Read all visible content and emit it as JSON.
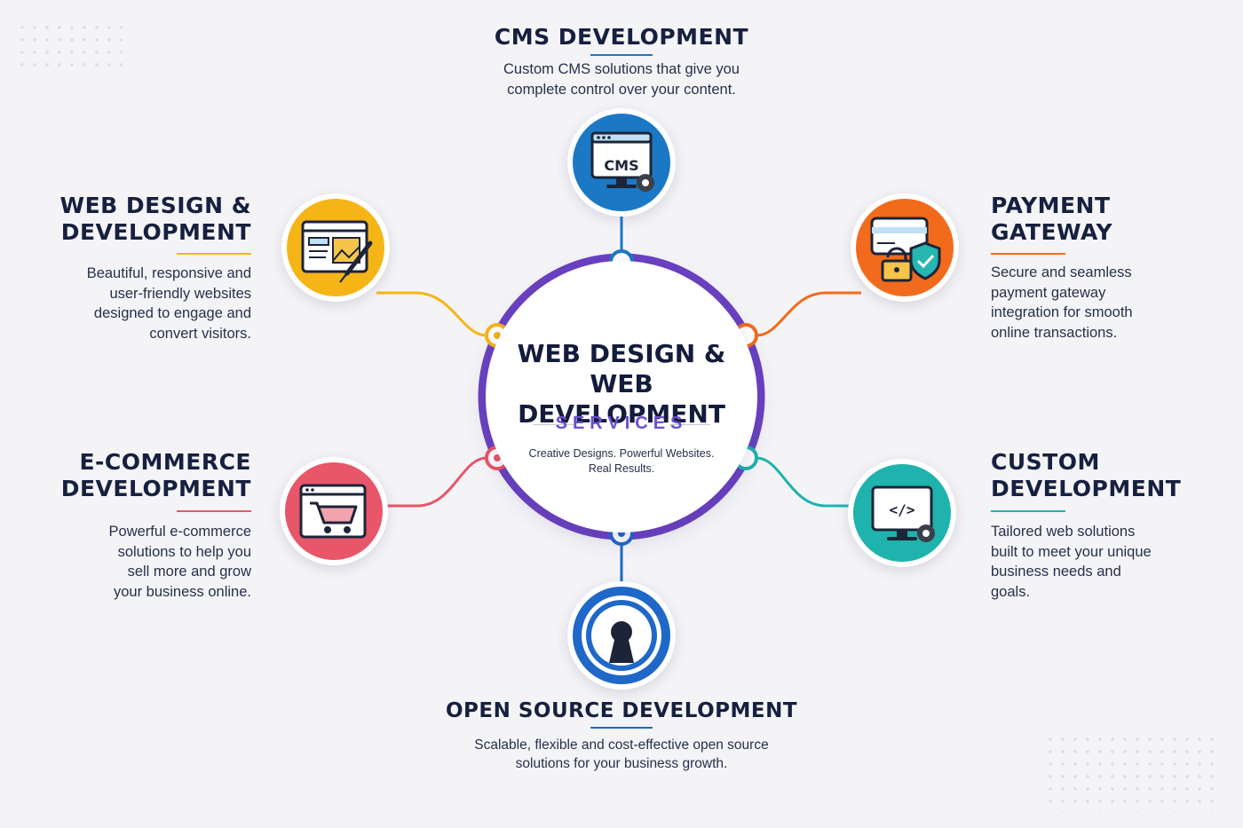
{
  "hub": {
    "title": "WEB DESIGN &\nWEB DEVELOPMENT",
    "subtitle": "SERVICES",
    "tagline": "Creative Designs. Powerful Websites.\nReal Results."
  },
  "colors": {
    "hub_ring": "#6a42c2",
    "cms": "#1b78c4",
    "web_design": "#f5b517",
    "payment": "#f26b1d",
    "ecommerce": "#e8566a",
    "custom": "#1fb3ad",
    "open_source": "#1f68c8"
  },
  "services": {
    "cms": {
      "title": "CMS DEVELOPMENT",
      "description": "Custom CMS solutions that give you\ncomplete control over your content.",
      "icon_label": "CMS",
      "icon": "cms-monitor-icon"
    },
    "web_design": {
      "title": "WEB DESIGN &\nDEVELOPMENT",
      "description": "Beautiful, responsive and\nuser-friendly websites\ndesigned to engage and\nconvert visitors.",
      "icon": "browser-paintbrush-icon"
    },
    "payment": {
      "title": "PAYMENT\nGATEWAY",
      "description": "Secure and seamless\npayment gateway\nintegration for smooth\nonline transactions.",
      "icon": "card-lock-shield-icon"
    },
    "ecommerce": {
      "title": "E-COMMERCE\nDEVELOPMENT",
      "description": "Powerful e-commerce\nsolutions to help you\nsell more and grow\nyour business online.",
      "icon": "shopping-cart-icon"
    },
    "custom": {
      "title": "CUSTOM\nDEVELOPMENT",
      "description": "Tailored web solutions\nbuilt to meet your unique\nbusiness needs and\ngoals.",
      "icon_label": "</>",
      "icon": "code-monitor-icon"
    },
    "open_source": {
      "title": "OPEN SOURCE DEVELOPMENT",
      "description": "Scalable, flexible and cost-effective open source\nsolutions for your business growth.",
      "icon": "open-source-icon"
    }
  }
}
